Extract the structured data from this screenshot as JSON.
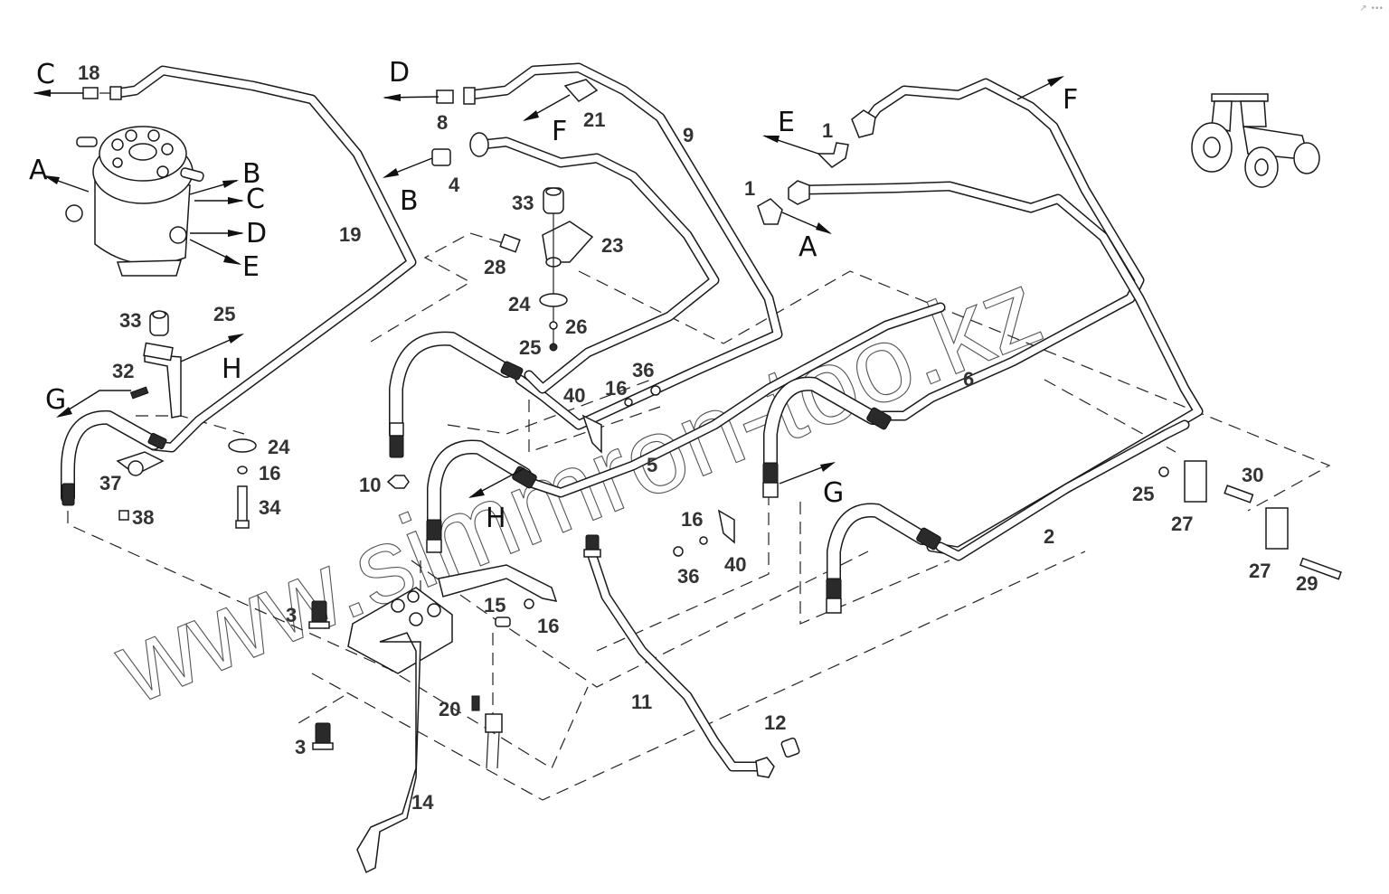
{
  "diagram": {
    "title": "Hydraulic steering lines exploded view",
    "watermark": "www.simmron-too.kz",
    "corner_icon": "link-icon",
    "corner_dots": "•••",
    "part_labels": [
      {
        "id": "18",
        "text": "18"
      },
      {
        "id": "19",
        "text": "19"
      },
      {
        "id": "8",
        "text": "8"
      },
      {
        "id": "21",
        "text": "21"
      },
      {
        "id": "9",
        "text": "9"
      },
      {
        "id": "4",
        "text": "4"
      },
      {
        "id": "33a",
        "text": "33"
      },
      {
        "id": "23",
        "text": "23"
      },
      {
        "id": "28",
        "text": "28"
      },
      {
        "id": "24a",
        "text": "24"
      },
      {
        "id": "26",
        "text": "26"
      },
      {
        "id": "25a",
        "text": "25"
      },
      {
        "id": "1a",
        "text": "1"
      },
      {
        "id": "1b",
        "text": "1"
      },
      {
        "id": "33b",
        "text": "33"
      },
      {
        "id": "25b",
        "text": "25"
      },
      {
        "id": "32",
        "text": "32"
      },
      {
        "id": "24b",
        "text": "24"
      },
      {
        "id": "16a",
        "text": "16"
      },
      {
        "id": "34",
        "text": "34"
      },
      {
        "id": "37",
        "text": "37"
      },
      {
        "id": "38",
        "text": "38"
      },
      {
        "id": "40a",
        "text": "40"
      },
      {
        "id": "16b",
        "text": "16"
      },
      {
        "id": "36a",
        "text": "36"
      },
      {
        "id": "6",
        "text": "6"
      },
      {
        "id": "5",
        "text": "5"
      },
      {
        "id": "10",
        "text": "10"
      },
      {
        "id": "16c",
        "text": "16"
      },
      {
        "id": "36b",
        "text": "36"
      },
      {
        "id": "40b",
        "text": "40"
      },
      {
        "id": "25c",
        "text": "25"
      },
      {
        "id": "30",
        "text": "30"
      },
      {
        "id": "27a",
        "text": "27"
      },
      {
        "id": "27b",
        "text": "27"
      },
      {
        "id": "29",
        "text": "29"
      },
      {
        "id": "2",
        "text": "2"
      },
      {
        "id": "3a",
        "text": "3"
      },
      {
        "id": "15",
        "text": "15"
      },
      {
        "id": "16d",
        "text": "16"
      },
      {
        "id": "11",
        "text": "11"
      },
      {
        "id": "12",
        "text": "12"
      },
      {
        "id": "20",
        "text": "20"
      },
      {
        "id": "3b",
        "text": "3"
      },
      {
        "id": "14",
        "text": "14"
      }
    ],
    "connection_letters": [
      {
        "id": "C-top",
        "text": "C"
      },
      {
        "id": "A-valve",
        "text": "A"
      },
      {
        "id": "B-valve",
        "text": "B"
      },
      {
        "id": "C-valve",
        "text": "C"
      },
      {
        "id": "D-valve",
        "text": "D"
      },
      {
        "id": "E-valve",
        "text": "E"
      },
      {
        "id": "D-top",
        "text": "D"
      },
      {
        "id": "F-mid",
        "text": "F"
      },
      {
        "id": "B-mid",
        "text": "B"
      },
      {
        "id": "E-right",
        "text": "E"
      },
      {
        "id": "A-right",
        "text": "A"
      },
      {
        "id": "F-right",
        "text": "F"
      },
      {
        "id": "H-left",
        "text": "H"
      },
      {
        "id": "G-left",
        "text": "G"
      },
      {
        "id": "H-mid",
        "text": "H"
      },
      {
        "id": "G-mid",
        "text": "G"
      }
    ]
  }
}
